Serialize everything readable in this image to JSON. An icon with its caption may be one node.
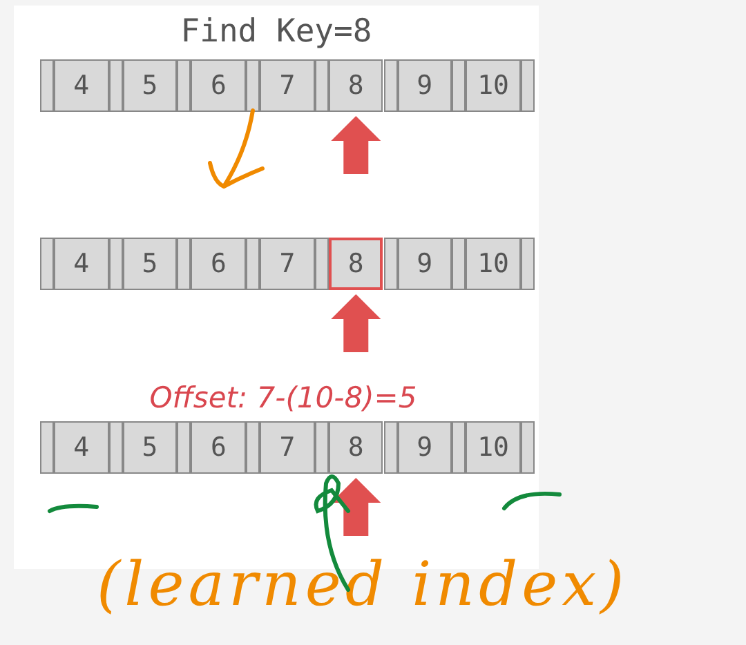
{
  "diagram": {
    "title": "Find Key=8",
    "labels": [
      "4",
      "5",
      "6",
      "7",
      "8",
      "9",
      "10",
      "4",
      "5",
      "6",
      "7",
      "8",
      "9",
      "10",
      "Offset: 7-(10-8)=5",
      "4",
      "5",
      "6",
      "7",
      "8",
      "9",
      "10",
      "(learned index)"
    ]
  }
}
